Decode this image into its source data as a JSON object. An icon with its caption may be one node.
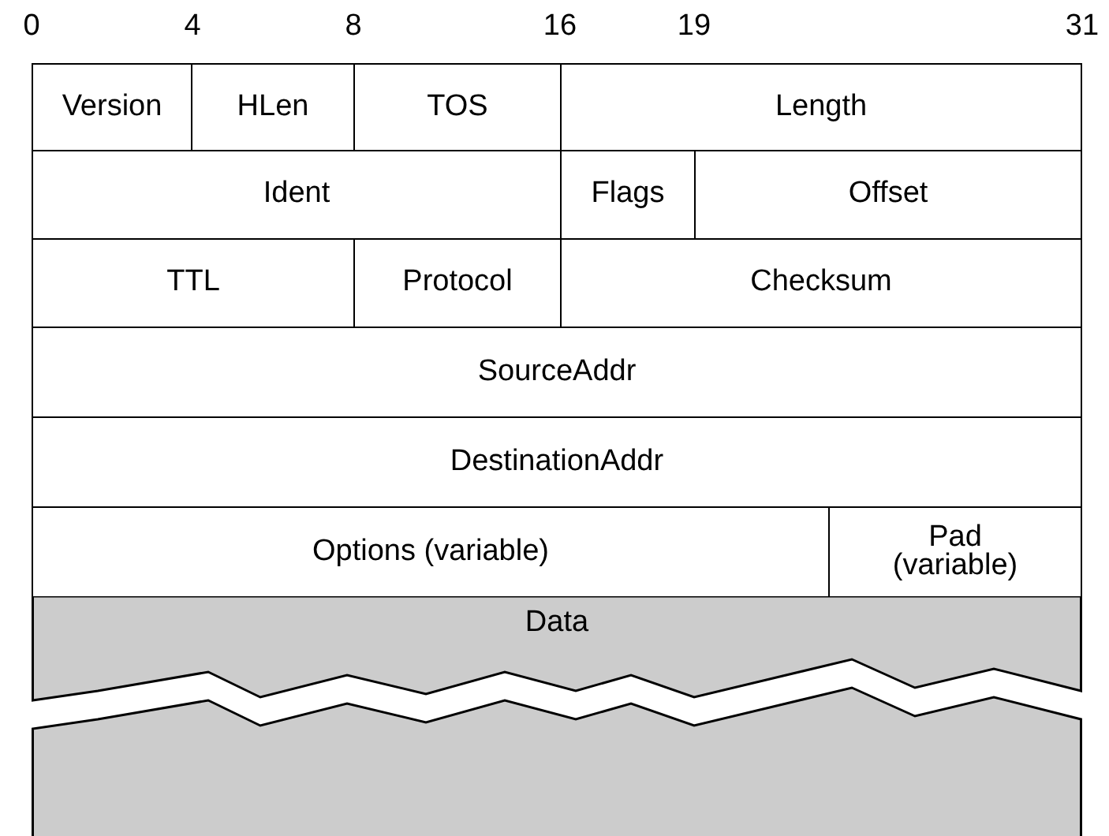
{
  "diagram": {
    "nodes": [
      {
        "text": [
          "Version"
        ]
      },
      {
        "text": [
          "HLen"
        ]
      },
      {
        "text": [
          "TOS"
        ]
      },
      {
        "text": [
          "Length"
        ]
      },
      {
        "text": [
          "Ident"
        ]
      },
      {
        "text": [
          "Flags"
        ]
      },
      {
        "text": [
          "Offset"
        ]
      },
      {
        "text": [
          "TTL"
        ]
      },
      {
        "text": [
          "Protocol"
        ]
      },
      {
        "text": [
          "Checksum"
        ]
      },
      {
        "text": [
          "SourceAddr"
        ]
      },
      {
        "text": [
          "DestinationAddr"
        ]
      },
      {
        "text": [
          "Options (variable)"
        ]
      },
      {
        "text": [
          "Pad (variable)"
        ]
      },
      {
        "text": [
          "Data"
        ]
      }
    ],
    "labels": [
      "0",
      "4",
      "8",
      "16",
      "19",
      "31"
    ]
  }
}
